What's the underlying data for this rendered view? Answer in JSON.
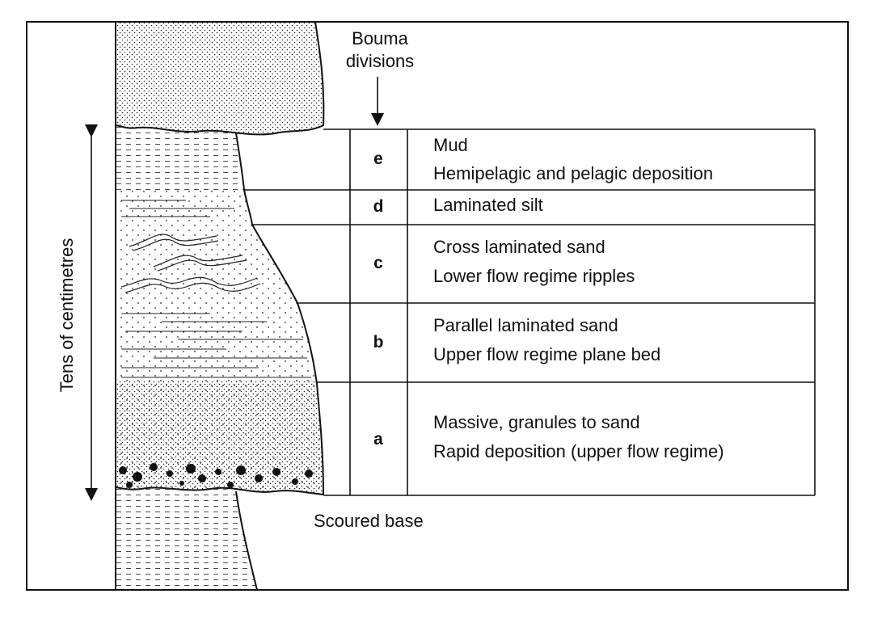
{
  "header": {
    "title_line1": "Bouma",
    "title_line2": "divisions"
  },
  "axis_label": "Tens of centimetres",
  "base_label": "Scoured base",
  "divisions": [
    {
      "letter": "e",
      "line1": "Mud",
      "line2": "Hemipelagic and pelagic deposition"
    },
    {
      "letter": "d",
      "line1": "Laminated silt",
      "line2": ""
    },
    {
      "letter": "c",
      "line1": "Cross laminated sand",
      "line2": "Lower flow regime ripples"
    },
    {
      "letter": "b",
      "line1": "Parallel laminated sand",
      "line2": "Upper flow regime plane bed"
    },
    {
      "letter": "a",
      "line1": "Massive, granules to sand",
      "line2": "Rapid deposition (upper flow regime)"
    }
  ],
  "icons": {
    "arrow": "down-arrow-icon",
    "scale": "double-headed-arrow-icon"
  }
}
